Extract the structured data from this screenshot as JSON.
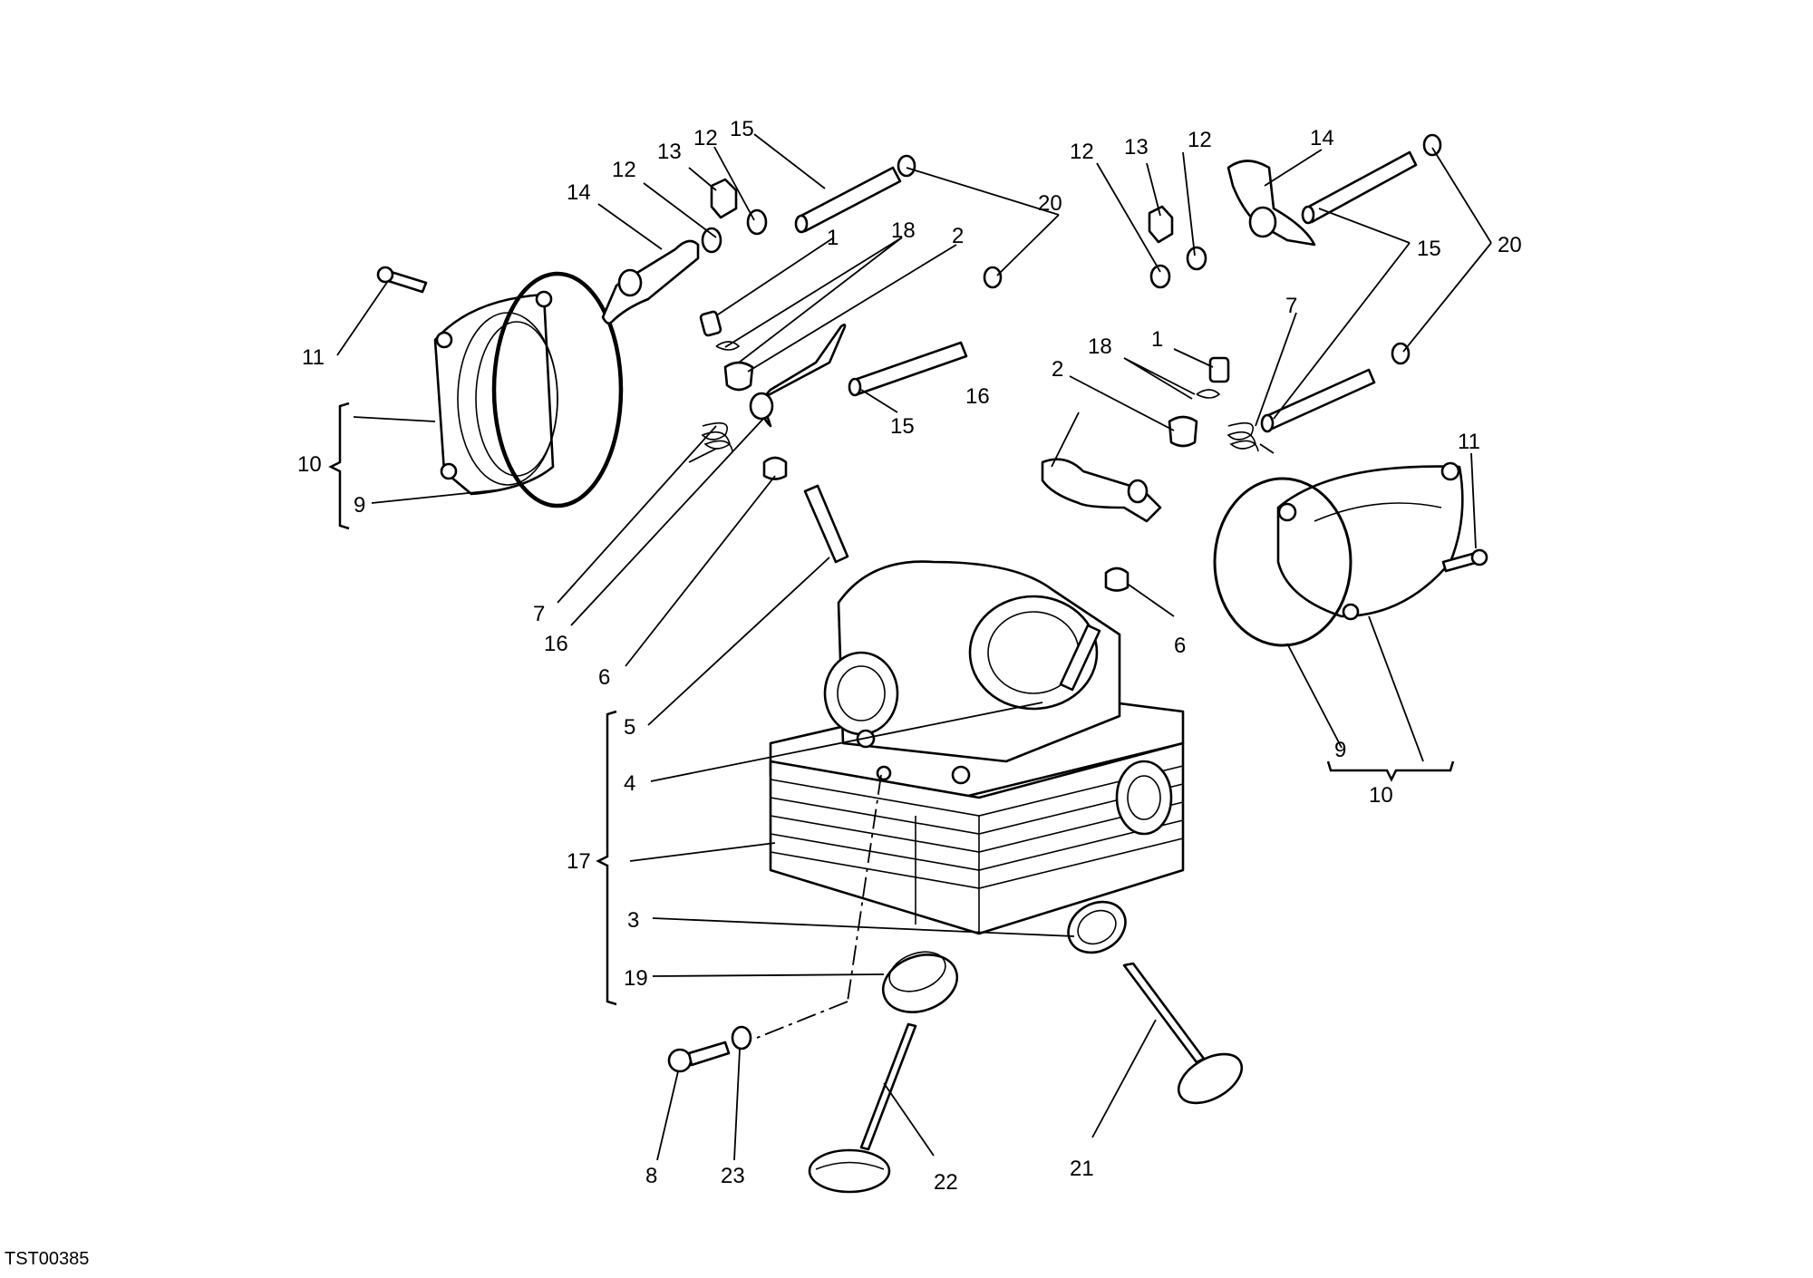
{
  "diagram": {
    "reference_code": "TST00385",
    "labels": {
      "c1": "1",
      "c2": "2",
      "c3": "3",
      "c4": "4",
      "c5": "5",
      "c6": "6",
      "c7": "7",
      "c8": "8",
      "c9": "9",
      "c10": "10",
      "c11": "11",
      "c12": "12",
      "c13": "13",
      "c14": "14",
      "c15": "15",
      "c16": "16",
      "c17": "17",
      "c18": "18",
      "c19": "19",
      "c20": "20",
      "c21": "21",
      "c22": "22",
      "c23": "23"
    }
  }
}
